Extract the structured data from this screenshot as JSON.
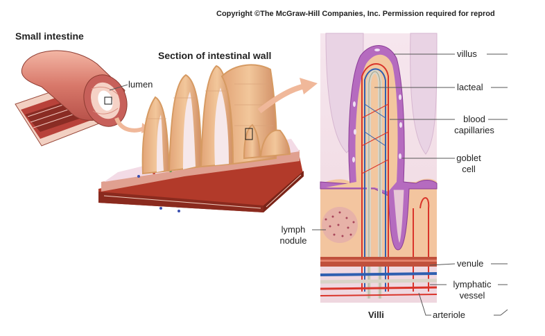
{
  "copyright": "Copyright ©The McGraw-Hill Companies, Inc. Permission required for reprod",
  "titles": {
    "small_intestine": "Small intestine",
    "section": "Section of intestinal wall",
    "villi": "Villi"
  },
  "labels": {
    "lumen": "lumen",
    "villus": "villus",
    "lacteal": "lacteal",
    "blood_1": "blood",
    "blood_2": "capillaries",
    "goblet_1": "goblet",
    "goblet_2": "cell",
    "lymph_1": "lymph",
    "lymph_2": "nodule",
    "venule": "venule",
    "lymphatic_1": "lymphatic",
    "lymphatic_2": "vessel",
    "arteriole": "arteriole"
  },
  "colors": {
    "tissue_pink": "#e8a48a",
    "epithelium_purple": "#b86fc0",
    "core_peach": "#f4c7a0",
    "artery_red": "#d9342a",
    "vein_blue": "#2f5fb0",
    "muscle_red": "#a8321f"
  }
}
